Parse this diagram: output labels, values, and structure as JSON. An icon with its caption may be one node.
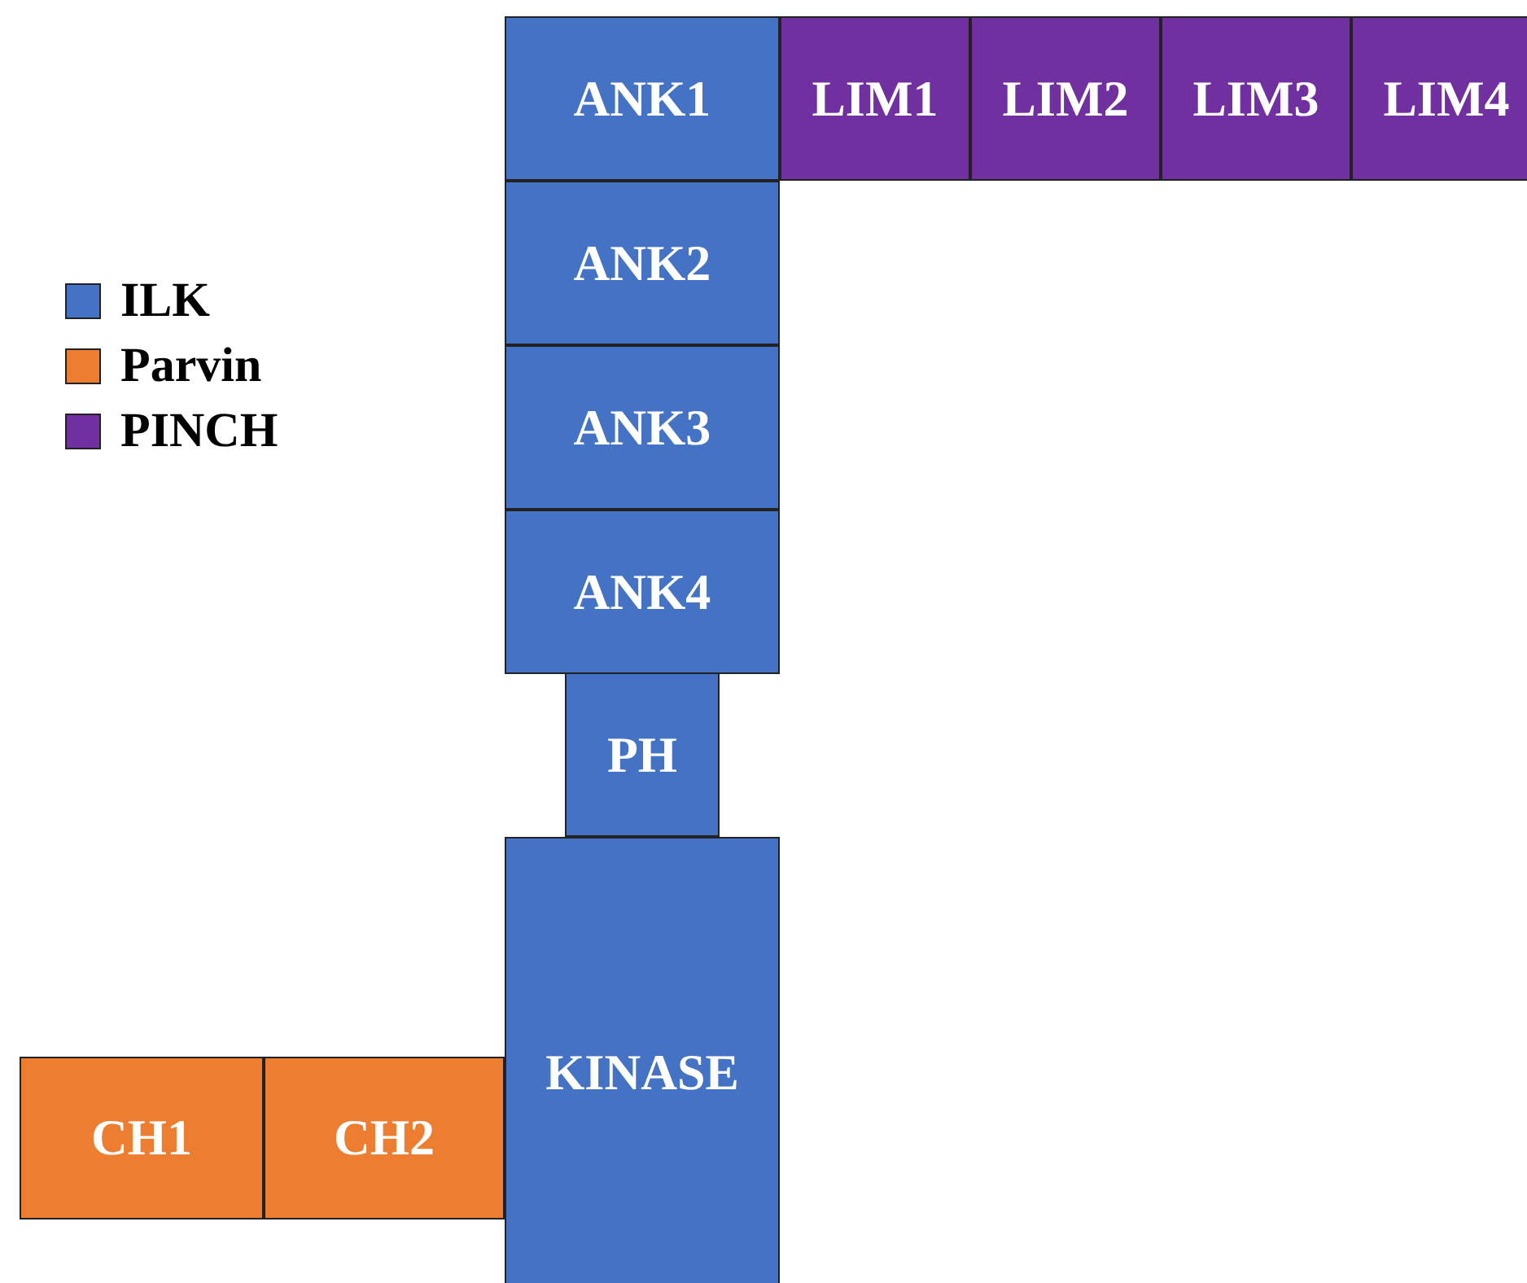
{
  "diagram": {
    "nodes": [
      {
        "text": [
          "ANK1"
        ]
      },
      {
        "text": [
          "LIM1"
        ]
      },
      {
        "text": [
          "LIM2"
        ]
      },
      {
        "text": [
          "LIM3"
        ]
      },
      {
        "text": [
          "LIM4"
        ]
      },
      {
        "text": [
          "ANK2"
        ]
      },
      {
        "text": [
          "ANK3"
        ]
      },
      {
        "text": [
          "ANK4"
        ]
      },
      {
        "text": [
          "PH"
        ]
      },
      {
        "text": [
          "KINASE"
        ]
      },
      {
        "text": [
          "CH1"
        ]
      },
      {
        "text": [
          "CH2"
        ]
      }
    ],
    "edges": [],
    "legend": [
      {
        "text": "ILK",
        "color": "#4472c4"
      },
      {
        "text": "Parvin",
        "color": "#ed7d31"
      },
      {
        "text": "PINCH",
        "color": "#7030a0"
      }
    ]
  }
}
